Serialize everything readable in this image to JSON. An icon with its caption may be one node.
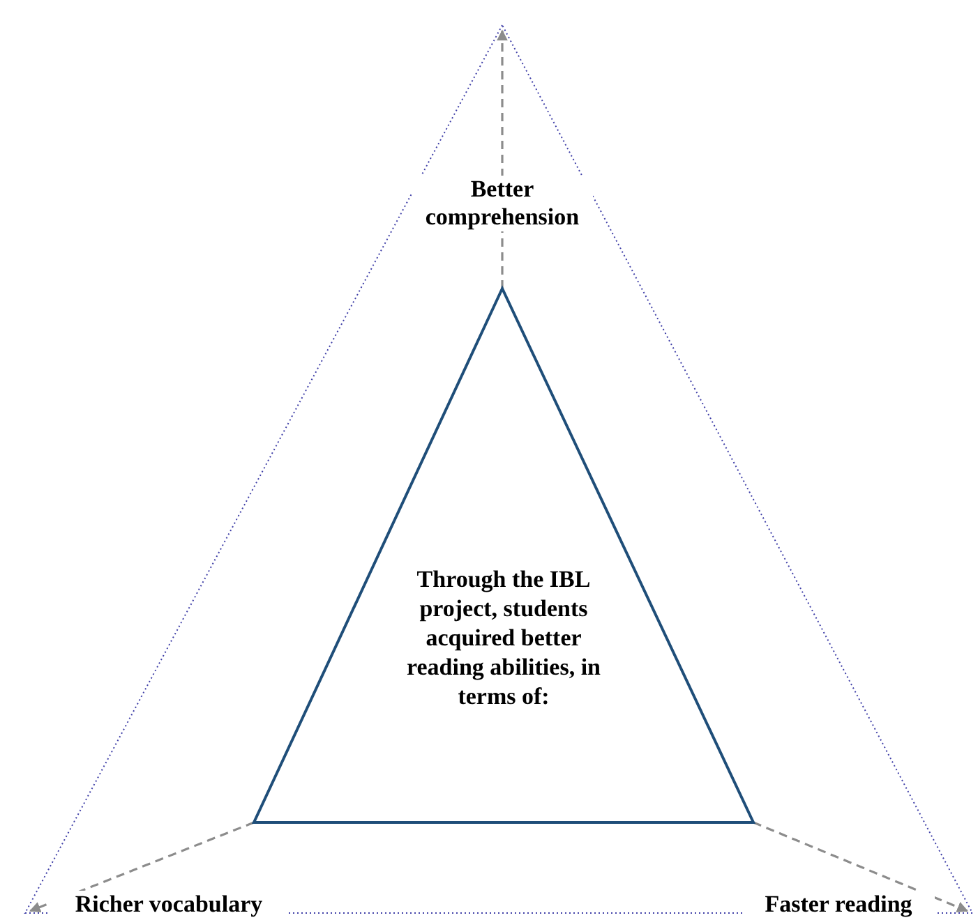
{
  "diagram": {
    "nodes": [
      {
        "text": [],
        "shape": "triangle"
      },
      {
        "text": [
          "Through the IBL project, students acquired better reading abilities, in terms of:"
        ],
        "in": 0
      }
    ],
    "edges": [
      {
        "from": 1,
        "to": 0,
        "arrow": "to",
        "style": "dashed",
        "label": "Better comprehension"
      },
      {
        "from": 1,
        "to": 0,
        "arrow": "to",
        "style": "dashed",
        "label": "Richer vocabulary"
      },
      {
        "from": 1,
        "to": 0,
        "arrow": "to",
        "style": "dashed",
        "label": "Faster reading"
      }
    ]
  }
}
